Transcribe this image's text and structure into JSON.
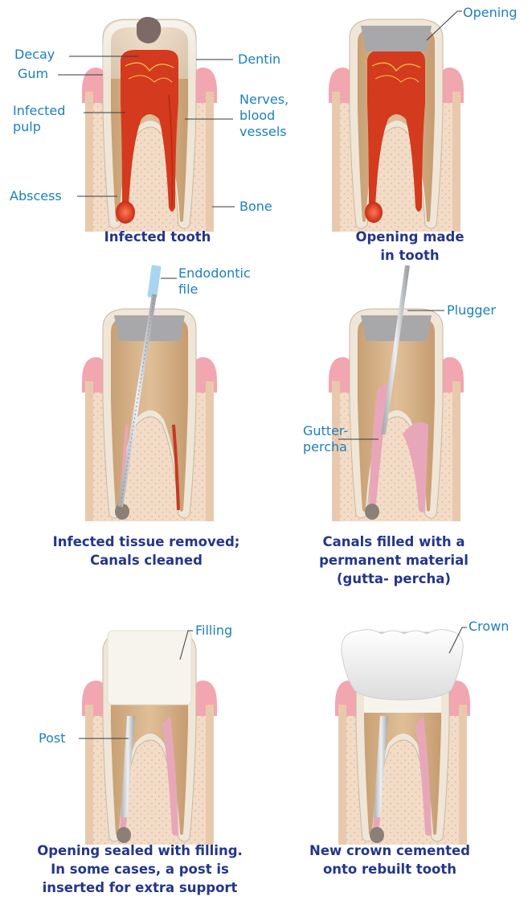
{
  "panels": [
    {
      "caption": "Infected tooth",
      "labels": {
        "decay": "Decay",
        "gum": "Gum",
        "dentin": "Dentin",
        "infected_pulp": "Infected\npulp",
        "nerves": "Nerves,\nblood\nvessels",
        "abscess": "Abscess",
        "bone": "Bone"
      }
    },
    {
      "caption": "Opening made\nin tooth",
      "labels": {
        "opening": "Opening"
      }
    },
    {
      "caption": "Infected tissue removed;\nCanals cleaned",
      "labels": {
        "endodontic_file": "Endodontic\nfile"
      }
    },
    {
      "caption": "Canals filled with a\npermanent material\n(gutta- percha)",
      "labels": {
        "plugger": "Plugger",
        "gutta_percha": "Gutter-\npercha"
      }
    },
    {
      "caption": "Opening sealed with filling.\nIn some cases, a post is\ninserted for extra support",
      "labels": {
        "filling": "Filling",
        "post": "Post"
      }
    },
    {
      "caption": "New crown cemented\nonto rebuilt tooth",
      "labels": {
        "crown": "Crown"
      }
    }
  ],
  "colors": {
    "label": "#1c7fc0",
    "caption": "#24368a",
    "bone": "#f3dcc7",
    "gum": "#f2a6b0",
    "enamel": "#f4f1ea",
    "dentin": "#d9b48a",
    "pulp_infected": "#d43a1e",
    "pulp_clean": "#e8a7b9",
    "metal": "#c8ccd1"
  }
}
